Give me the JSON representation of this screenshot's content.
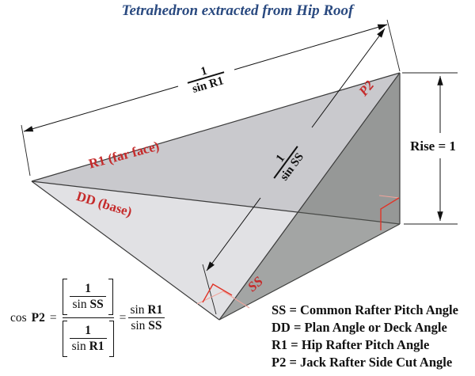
{
  "title": "Tetrahedron extracted from Hip Roof",
  "labels": {
    "hip_dim": {
      "num": "1",
      "den": "sin R1"
    },
    "common_dim": {
      "num": "1",
      "den": "sin SS"
    },
    "rise": "Rise = 1",
    "far_face": "R1 (far face)",
    "base": "DD (base)",
    "p2": "P2",
    "ss": "SS"
  },
  "formula": {
    "cos": "cos",
    "p2": "P2",
    "eq": "=",
    "one": "1",
    "sin": "sin",
    "ss": "SS",
    "r1": "R1"
  },
  "legend": {
    "items": [
      {
        "text": "SS = Common Rafter Pitch Angle"
      },
      {
        "text": "DD = Plan Angle or Deck Angle"
      },
      {
        "text": "R1 = Hip Rafter Pitch Angle"
      },
      {
        "text": "P2 = Jack Rafter Side Cut Angle"
      }
    ]
  },
  "colors": {
    "title_blue": "#2a4a80",
    "label_red": "#c52b2b",
    "mark_red": "#e03428",
    "far_face_gray": "#c9c9cd",
    "base_face_gray": "#e1e1e4",
    "ss_face_overlay": "rgba(88,93,86,0.45)"
  }
}
